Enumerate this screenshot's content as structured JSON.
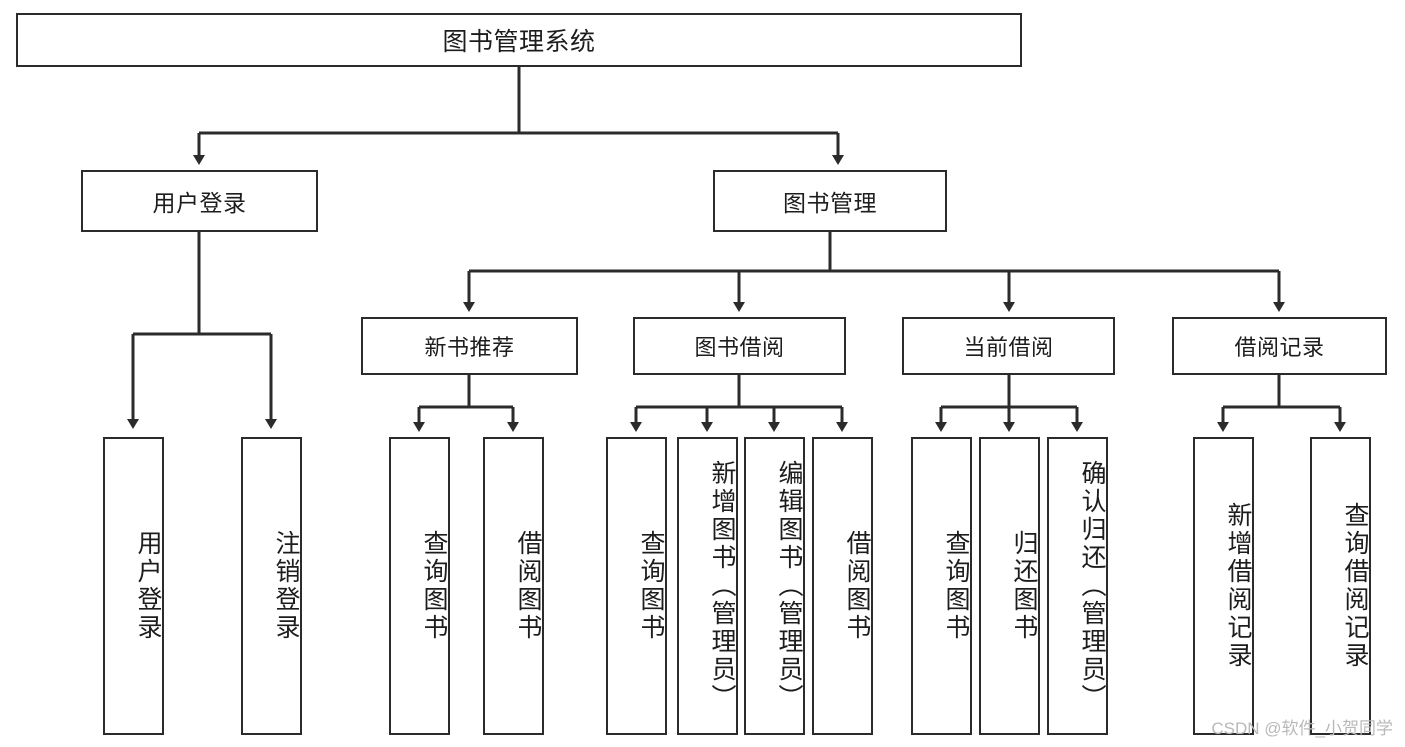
{
  "diagram": {
    "type": "tree",
    "title": "图书管理系统",
    "orientation": "top-down",
    "colors": {
      "box_border": "#2b2b2b",
      "box_fill": "#ffffff",
      "edge": "#2b2b2b",
      "text": "#1d1d1d",
      "watermark": "#b9b9b9"
    }
  },
  "watermark": {
    "text": "CSDN @软件_小贺同学"
  },
  "nodes": {
    "root": {
      "label": "图书管理系统"
    },
    "level2": [
      {
        "id": "user-login",
        "label": "用户登录"
      },
      {
        "id": "book-manage",
        "label": "图书管理"
      }
    ],
    "level3": [
      {
        "id": "new-book-rec",
        "label": "新书推荐"
      },
      {
        "id": "book-borrow",
        "label": "图书借阅"
      },
      {
        "id": "current-borrow",
        "label": "当前借阅"
      },
      {
        "id": "borrow-record",
        "label": "借阅记录"
      }
    ],
    "leaves": [
      {
        "id": "leaf-user-login",
        "label": "用户登录",
        "parent": "user-login"
      },
      {
        "id": "leaf-logout",
        "label": "注销登录",
        "parent": "user-login"
      },
      {
        "id": "leaf-query-book-1",
        "label": "查询图书",
        "parent": "new-book-rec"
      },
      {
        "id": "leaf-borrow-book-1",
        "label": "借阅图书",
        "parent": "new-book-rec"
      },
      {
        "id": "leaf-query-book-2",
        "label": "查询图书",
        "parent": "book-borrow"
      },
      {
        "id": "leaf-add-book",
        "label": "新增图书（管理员）",
        "parent": "book-borrow"
      },
      {
        "id": "leaf-edit-book",
        "label": "编辑图书（管理员）",
        "parent": "book-borrow"
      },
      {
        "id": "leaf-borrow-book-2",
        "label": "借阅图书",
        "parent": "book-borrow"
      },
      {
        "id": "leaf-query-book-3",
        "label": "查询图书",
        "parent": "current-borrow"
      },
      {
        "id": "leaf-return-book",
        "label": "归还图书",
        "parent": "current-borrow"
      },
      {
        "id": "leaf-confirm-return",
        "label": "确认归还（管理员）",
        "parent": "current-borrow"
      },
      {
        "id": "leaf-add-record",
        "label": "新增借阅记录",
        "parent": "borrow-record"
      },
      {
        "id": "leaf-query-record",
        "label": "查询借阅记录",
        "parent": "borrow-record"
      }
    ]
  }
}
